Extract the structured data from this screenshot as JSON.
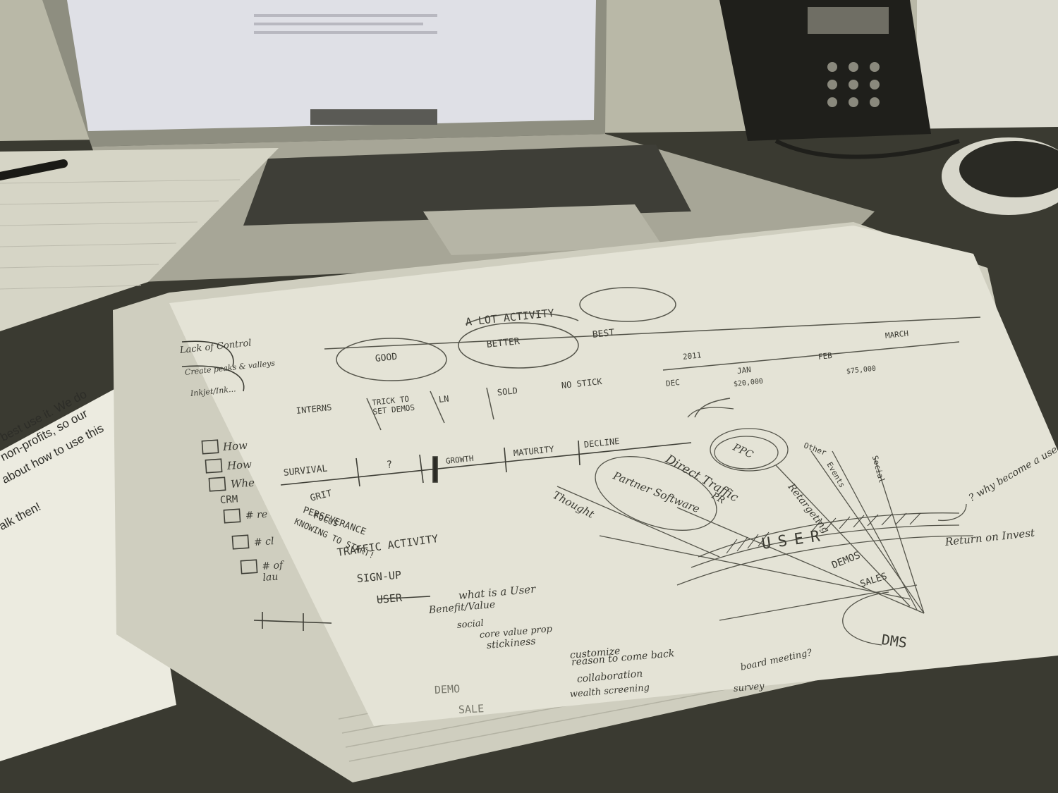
{
  "printed_page": {
    "lines": [
      "best use it. We do",
      "non-profits, so our",
      "about how to use this",
      "alk then!"
    ]
  },
  "top_left_notes": {
    "items": [
      "Lack of Control",
      "Create peaks & valleys",
      "Inkjet/Ink..."
    ]
  },
  "cycle_row": {
    "top": "A LOT ACTIVITY",
    "labels": [
      "GOOD",
      "BETTER",
      "BEST"
    ]
  },
  "stage_row": {
    "labels": [
      "INTERNS",
      "TRICK TO SET DEMOS",
      "LN",
      "SOLD",
      "NO STICK"
    ]
  },
  "timeline": {
    "labels": [
      "2011",
      "DEC",
      "JAN",
      "FEB",
      "MARCH"
    ],
    "values": [
      "$20,000",
      "$75,000"
    ]
  },
  "lifecycle": {
    "labels": [
      "SURVIVAL",
      "?",
      "GROWTH",
      "MATURITY",
      "DECLINE"
    ]
  },
  "checklist": {
    "items": [
      "How",
      "How",
      "Whe",
      "CRM",
      "# re",
      "# cl",
      "# of lau"
    ]
  },
  "middle_notes": {
    "items": [
      "GRIT",
      "PERSEVERANCE",
      "FOCUS",
      "KNOWING TO START!",
      "TRAFFIC ACTIVITY",
      "SIGN-UP"
    ]
  },
  "user_notes": {
    "heading": "USER",
    "question": "what is a User",
    "items": [
      "Benefit/Value",
      "social",
      "core value prop",
      "stickiness",
      "customize",
      "reason to come back",
      "board meeting?",
      "collaboration",
      "wealth screening",
      "survey"
    ]
  },
  "bottom_left": {
    "items": [
      "DEMO",
      "SALE"
    ]
  },
  "funnel": {
    "center": "PPC",
    "sources": [
      "Direct Traffic",
      "PR",
      "Partner Software",
      "Thought",
      "Retargeting",
      "Events",
      "Other",
      "Social"
    ],
    "user_label": "USER",
    "stages": [
      "DEMOS",
      "SALES",
      "DMS"
    ],
    "question": "? why become a user?",
    "roi": "Return on Invest"
  }
}
